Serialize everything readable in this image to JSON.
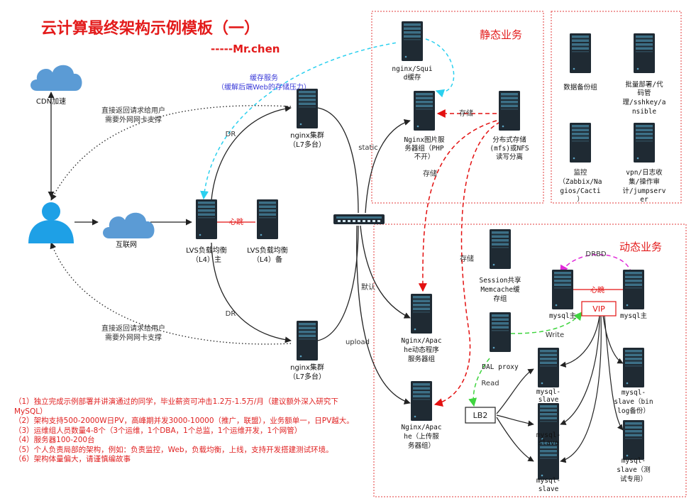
{
  "title": "云计算最终架构示例模板（一）",
  "author": "-----Mr.chen",
  "regions": {
    "static": "静态业务",
    "dynamic": "动态业务"
  },
  "nodes": {
    "cdn": "CDN加速",
    "internet": "互联网",
    "lvs_main": [
      "LVS负载均衡",
      "（L4）主"
    ],
    "lvs_backup": [
      "LVS负载均衡",
      "（L4）备"
    ],
    "nginx_top": [
      "nginx集群",
      "（L7多台）"
    ],
    "nginx_bottom": [
      "nginx集群",
      "（L7多台）"
    ],
    "squid": [
      "nginx/Squi",
      "d缓存"
    ],
    "img_server": [
      "Nginx图片服",
      "务器组（PHP",
      "不开）"
    ],
    "dist_storage": [
      "分布式存储",
      "(mfs)或NFS",
      "读写分离"
    ],
    "backup": "数据备份组",
    "deploy": [
      "批量部署/代",
      "码管",
      "理/sshkey/a",
      "nsible"
    ],
    "monitor": [
      "监控",
      "（Zabbix/Na",
      "gios/Cacti",
      "）"
    ],
    "vpn": [
      "vpn/日志收",
      "集/操作审",
      "计/jumpserv",
      "er"
    ],
    "session": [
      "Session共享",
      "Memcache缓",
      "存组"
    ],
    "apache_dyn": [
      "Nginx/Apac",
      "he动态程序",
      "服务器组"
    ],
    "apache_up": [
      "Nginx/Apac",
      "he（上传服",
      "务器组）"
    ],
    "dal": "DAL proxy",
    "lb2": "LB2",
    "mysql_a": "mysql主",
    "mysql_b": "mysql主",
    "vip": "VIP",
    "slave1": [
      "mysql-",
      "slave"
    ],
    "slave2": [
      "mysql-",
      "slave"
    ],
    "slave3": [
      "mysql-",
      "slave"
    ],
    "slave_backup": [
      "mysql-",
      "slave（bin",
      "log备份）"
    ],
    "slave_test": [
      "mysql-",
      "slave（测",
      "试专用）"
    ]
  },
  "edges": {
    "cache_service": [
      "缓存服务",
      "（缓解后端Web的存储压力）"
    ],
    "direct_return": [
      "直接返回请求给用户",
      "需要外网网卡支撑"
    ],
    "dr": "DR",
    "heartbeat": "心跳",
    "static": "static",
    "default": "默认",
    "upload": "upload",
    "storage": "存储",
    "drbd": "DRBD",
    "write": "Write",
    "read": "Read"
  },
  "notes": [
    "（1）独立完成示例部署并讲演通过的同学，毕业薪资可冲击1.2万-1.5万/月（建议额外深入研究下MySQL）",
    "（2）架构支持500-2000W日PV，高峰期并发3000-10000（推广，联盟），业务额单一，日PV越大。",
    "（3）运维组人员数量4-8个（3个运维，1个DBA，1个总监，1个运维开发，1个网管）",
    "（4）服务器100-200台",
    "（5）个人负责局部的架构，例如：负责监控，Web，负载均衡，上线，支持开发搭建测试环境。",
    "（6）架构体量偏大，请谨慎编故事"
  ],
  "colors": {
    "title_red": "#e31b1b",
    "region_border": "#e33b3b",
    "server_dark": "#1f2a33",
    "server_light": "#3c6f86",
    "cyan_dash": "#2ad0ef",
    "red_dash": "#e31010",
    "green_dash": "#3fd43f",
    "magenta_dash": "#e02ad8",
    "cloud": "#5b9bd5",
    "user": "#1ea0e6"
  }
}
